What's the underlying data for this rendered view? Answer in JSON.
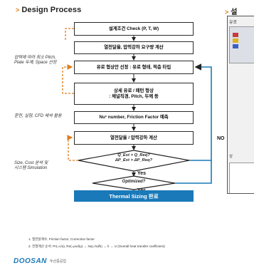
{
  "section_title": "Design Process",
  "side_title": "설",
  "colors": {
    "accent": "#e07b1a",
    "primary": "#1a79b9"
  },
  "flow": {
    "step1": "설계조건 Check (P, T, W)",
    "step2": "열전달율, 압력강하 요구량 계산",
    "step3": "유로 형상안 선정 : 유로 형태, 적층 타입",
    "step4a": "상세 유로 / 패턴 형상",
    "step4b": ": 채널직경, Pitch, 두께 등",
    "step5": "Nu¹ number, Friction Factor 예측",
    "step6": "열전달율 / 압력강하 계산",
    "decision1_a": "Q_Est > Q_Req?",
    "decision1_b": "ΔP_Est > ΔP_Req?",
    "decision2": "Optimized?",
    "yes1": "Yes",
    "yes2": "Yes",
    "no": "NO",
    "final": "Thermal Sizing 완료"
  },
  "notes": {
    "note1a": "압력에 따라 최소 Pitch,",
    "note1b": "Plate 두께, Space 선정",
    "note2": "문헌, 실험, CFD 해석 활용",
    "note3a": "Size, Cost 분석 및",
    "note3b": "시스템 Simulation"
  },
  "panel": {
    "header": "유로",
    "label": "상"
  },
  "footnotes": {
    "f1": "1. 열전달계수, Friction factor, Correction factor",
    "f2": "2. 전열계산 순서: Pr(=c/a), Re(=ρvd/μ) → Nu(=hd/k) → h → U (Overall heat transfer coefficient)"
  },
  "logo": {
    "name": "DOOSAN",
    "sub": "두산중공업"
  }
}
